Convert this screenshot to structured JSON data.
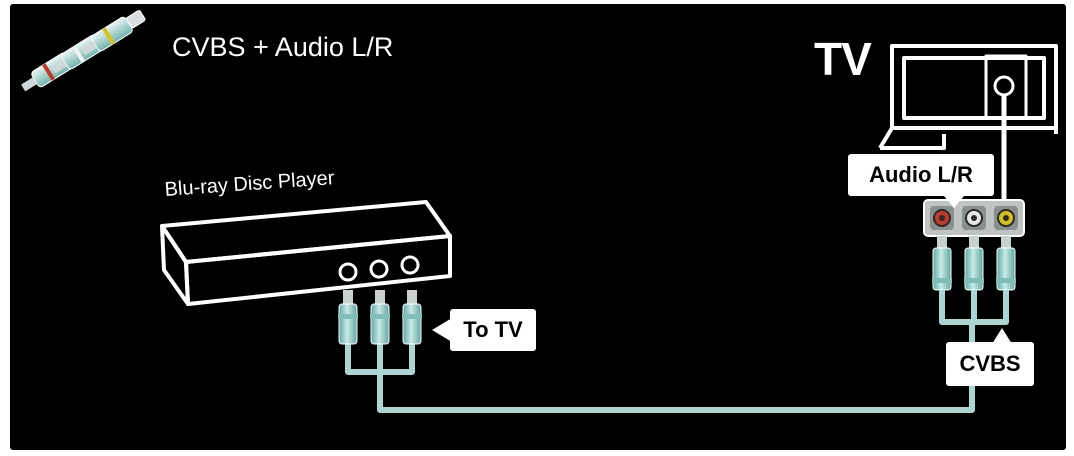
{
  "diagram": {
    "title": "CVBS + Audio L/R",
    "tv_label": "TV",
    "device_label": "Blu-ray Disc Player",
    "output_label": "To TV",
    "tv_audio_label": "Audio L/R",
    "tv_video_label": "CVBS"
  },
  "icons": {
    "cable_icon": "rca-plugs-icon",
    "tv_icon": "tv-icon",
    "player_icon": "blu-ray-player-icon"
  },
  "colors": {
    "background": "#000000",
    "line": "#ffffff",
    "cable": "#a9d6d2",
    "cable_dark": "#5fa6a0",
    "jack_red": "#c0392b",
    "jack_white": "#e6e6e6",
    "jack_yellow": "#d8c21a"
  }
}
